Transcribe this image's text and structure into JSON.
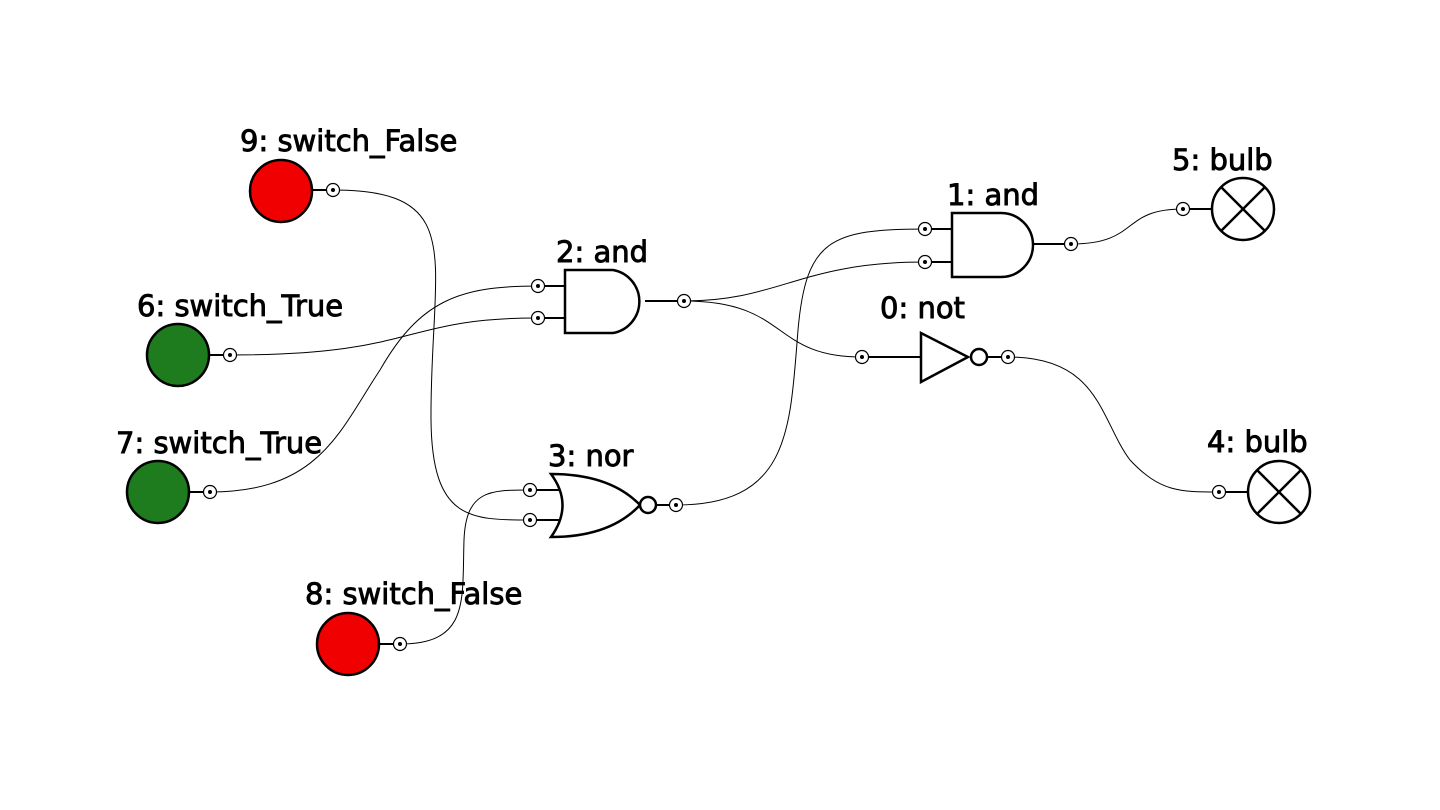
{
  "colors": {
    "switch_true": "#1e7b1e",
    "switch_false": "#f00000",
    "line": "#000000",
    "background": "#ffffff"
  },
  "nodes": [
    {
      "id": "node-0",
      "label": "0: not",
      "type": "not"
    },
    {
      "id": "node-1",
      "label": "1: and",
      "type": "and"
    },
    {
      "id": "node-2",
      "label": "2: and",
      "type": "and"
    },
    {
      "id": "node-3",
      "label": "3: nor",
      "type": "nor"
    },
    {
      "id": "node-4",
      "label": "4: bulb",
      "type": "bulb"
    },
    {
      "id": "node-5",
      "label": "5: bulb",
      "type": "bulb"
    },
    {
      "id": "node-6",
      "label": "6: switch_True",
      "type": "switch",
      "state": true
    },
    {
      "id": "node-7",
      "label": "7: switch_True",
      "type": "switch",
      "state": true
    },
    {
      "id": "node-8",
      "label": "8: switch_False",
      "type": "switch",
      "state": false
    },
    {
      "id": "node-9",
      "label": "9: switch_False",
      "type": "switch",
      "state": false
    }
  ],
  "edges": [
    {
      "from": "node-6",
      "to": "node-2",
      "to_input": 2
    },
    {
      "from": "node-7",
      "to": "node-2",
      "to_input": 1
    },
    {
      "from": "node-9",
      "to": "node-3",
      "to_input": 2
    },
    {
      "from": "node-8",
      "to": "node-3",
      "to_input": 1
    },
    {
      "from": "node-2",
      "to": "node-1",
      "to_input": 2
    },
    {
      "from": "node-2",
      "to": "node-0",
      "to_input": 1
    },
    {
      "from": "node-3",
      "to": "node-1",
      "to_input": 1
    },
    {
      "from": "node-1",
      "to": "node-5",
      "to_input": 1
    },
    {
      "from": "node-0",
      "to": "node-4",
      "to_input": 1
    }
  ]
}
